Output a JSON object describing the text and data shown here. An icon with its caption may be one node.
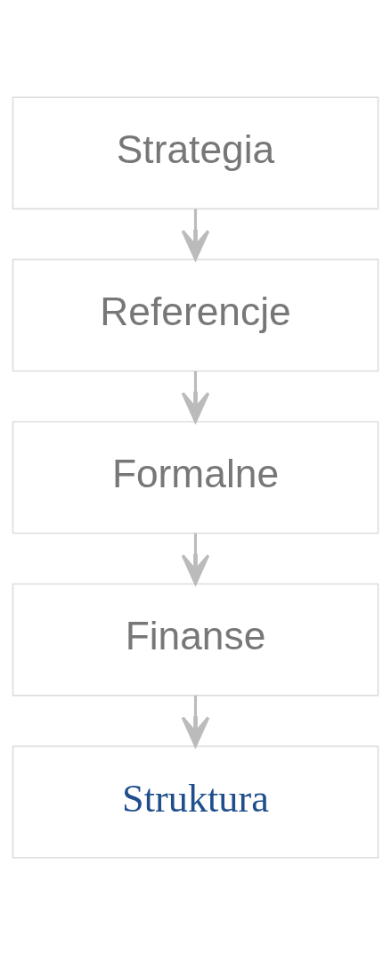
{
  "diagram": {
    "nodes": [
      {
        "text": [
          "Strategia"
        ]
      },
      {
        "text": [
          "Referencje"
        ]
      },
      {
        "text": [
          "Formalne"
        ]
      },
      {
        "text": [
          "Finanse"
        ]
      },
      {
        "text": [
          "Struktura"
        ]
      }
    ],
    "edges": [
      {
        "from": 0,
        "to": 1,
        "arrow": "to"
      },
      {
        "from": 1,
        "to": 2,
        "arrow": "to"
      },
      {
        "from": 2,
        "to": 3,
        "arrow": "to"
      },
      {
        "from": 3,
        "to": 4,
        "arrow": "to"
      }
    ]
  }
}
